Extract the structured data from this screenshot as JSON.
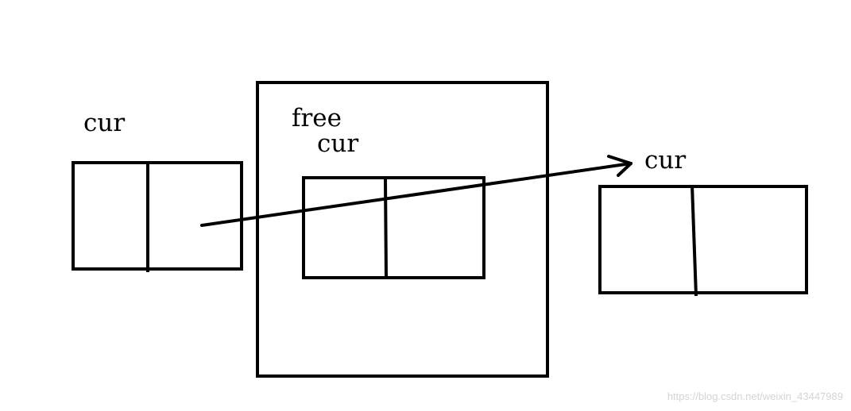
{
  "labels": {
    "left_node": "cur",
    "free": "free",
    "middle_node": "cur",
    "right_node": "cur"
  },
  "watermark": "https://blog.csdn.net/weixin_43447989",
  "colors": {
    "stroke": "#000000",
    "background": "#ffffff",
    "watermark": "#d4d4d4"
  }
}
